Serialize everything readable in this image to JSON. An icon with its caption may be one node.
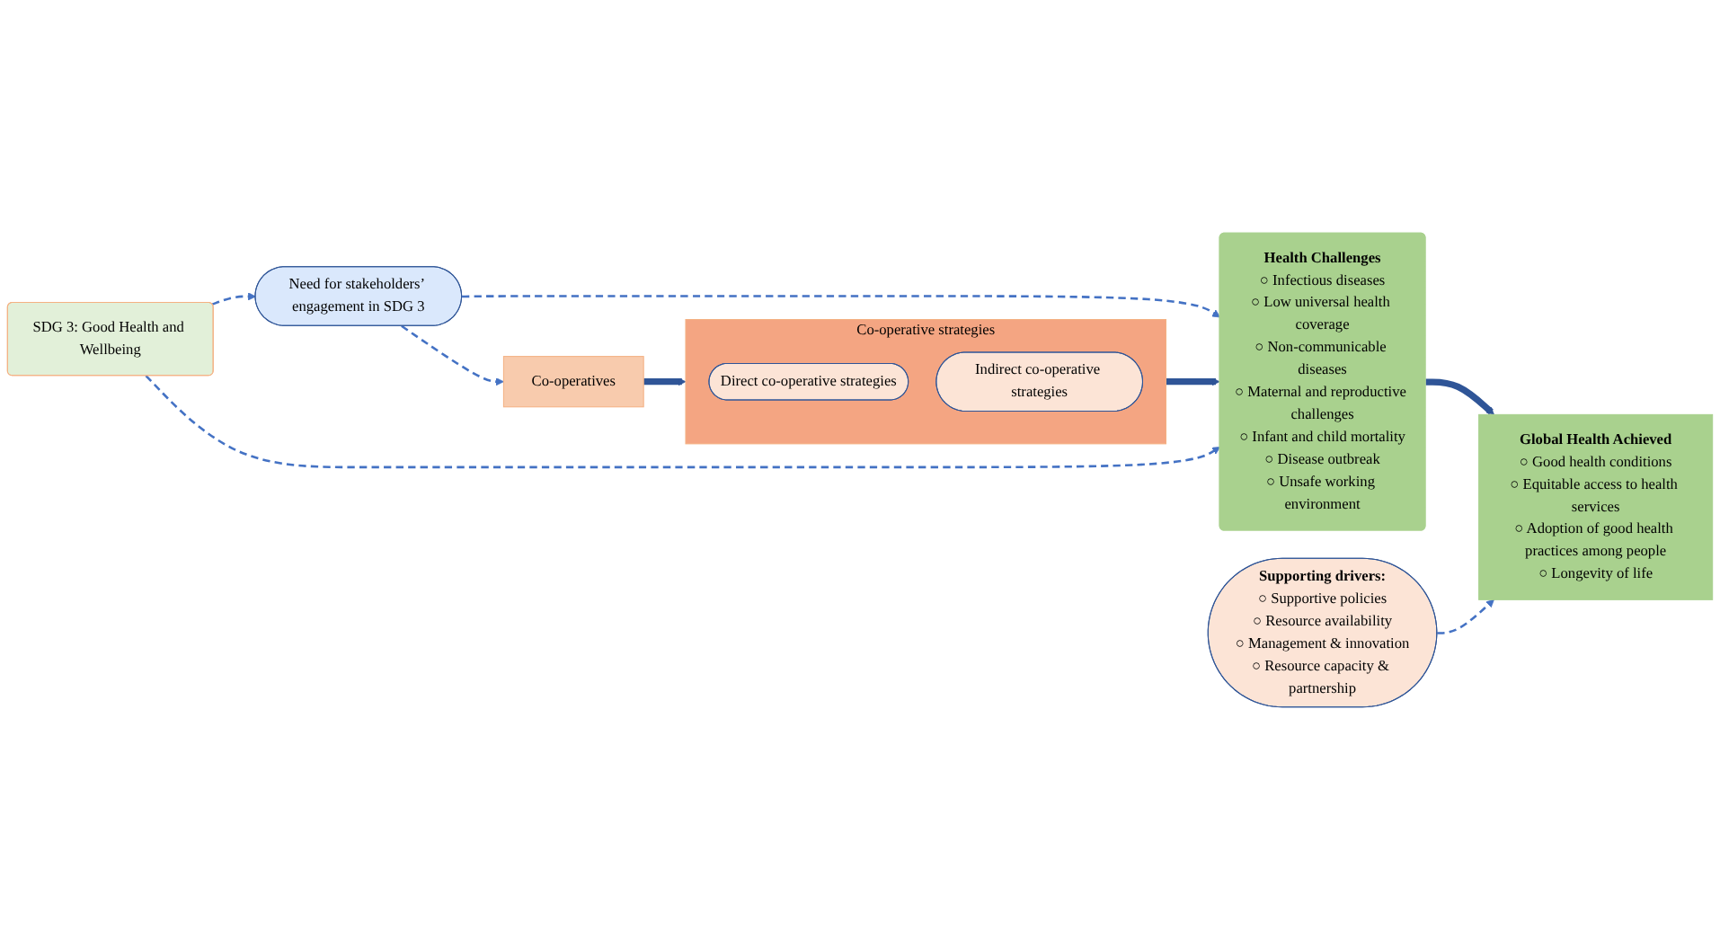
{
  "diagram": {
    "nodes": [
      {
        "text": [
          "Need for stakeholders’ engagement in SDG 3"
        ]
      },
      {
        "text": [
          "SDG 3: Good Health and Wellbeing"
        ]
      },
      {
        "text": [
          "Co-operatives"
        ]
      },
      {
        "text": [
          "Co-operative strategies"
        ]
      },
      {
        "text": [
          "Direct co-operative strategies"
        ],
        "in": 3
      },
      {
        "text": [
          "Indirect co-operative strategies"
        ],
        "in": 3
      },
      {
        "text": [
          "Health Challenges",
          "○ Infectious diseases",
          "○ Low universal health coverage",
          "○ Non-communicable diseases",
          "○ Maternal and reproductive challenges",
          "○ Infant and child mortality",
          "○ Disease outbreak",
          "○ Unsafe working environment"
        ]
      },
      {
        "text": [
          "Global Health Achieved",
          "○ Good health conditions",
          "○ Equitable access to health services",
          "○ Adoption of good health practices among people",
          "○ Longevity of life"
        ]
      },
      {
        "text": [
          "Supporting drivers:",
          "○ Supportive policies",
          "○ Resource availability",
          "○ Management & innovation",
          "○ Resource capacity & partnership"
        ]
      }
    ],
    "edges": [
      {
        "from": 1,
        "to": 0,
        "arrow": "to",
        "style": "dashed",
        "color": "#4472c4"
      },
      {
        "from": 0,
        "to": 6,
        "arrow": "to",
        "style": "dashed",
        "color": "#4472c4"
      },
      {
        "from": 1,
        "to": 6,
        "arrow": "to",
        "style": "dashed",
        "color": "#4472c4"
      },
      {
        "from": 0,
        "to": 2,
        "arrow": "to",
        "style": "dashed",
        "color": "#4472c4"
      },
      {
        "from": 2,
        "to": 3,
        "arrow": "to",
        "style": "thick"
      },
      {
        "from": 3,
        "to": 6,
        "arrow": "to",
        "style": "thick"
      },
      {
        "from": 6,
        "to": 7,
        "arrow": "to",
        "style": "thick"
      },
      {
        "from": 8,
        "to": 7,
        "arrow": "to",
        "style": "dashed",
        "color": "#4472c4"
      }
    ]
  }
}
